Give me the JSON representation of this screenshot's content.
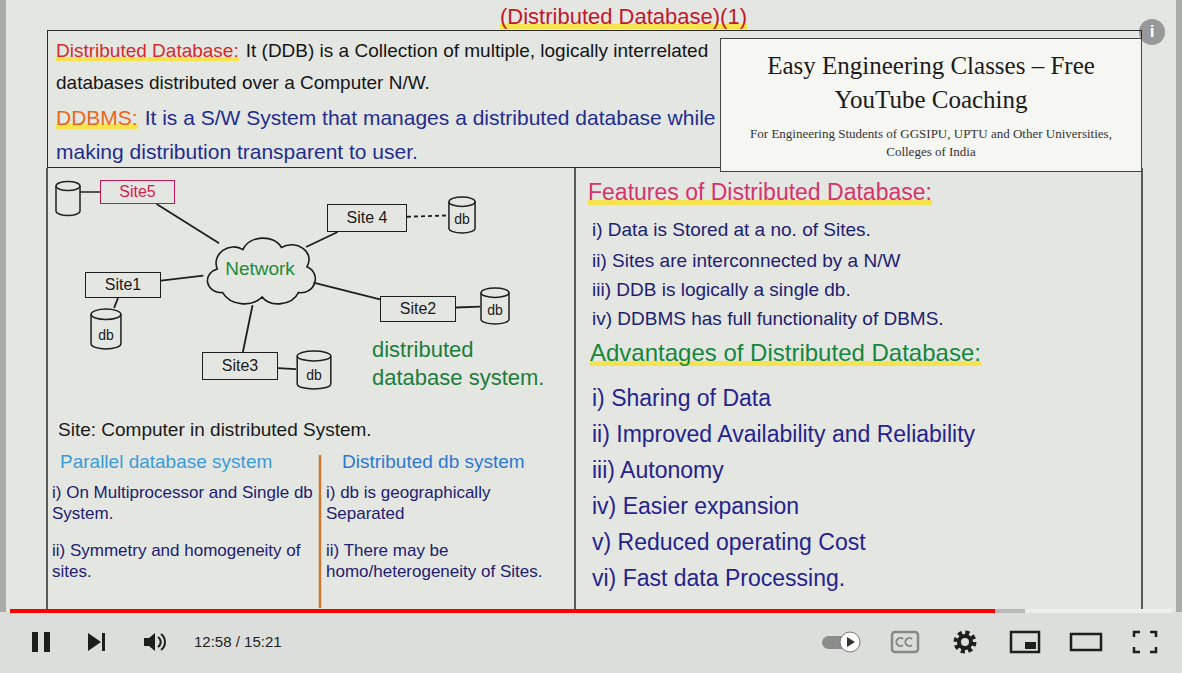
{
  "diagram": {
    "title": "(Distributed Database)(1)",
    "nodes": [
      {
        "text": [
          "Distributed Database:",
          "It (DDB) is a Collection of multiple, logically interrelated databases distributed over a Computer N/W.",
          "DDBMS:",
          "It is a S/W System that manages a distributed database while making distribution transparent to user."
        ]
      },
      {
        "text": [
          "Easy Engineering Classes – Free YouTube Coaching",
          "For Engineering Students of GGSIPU, UPTU and Other Universities, Colleges of India"
        ]
      },
      {
        "text": [
          "Site5"
        ]
      },
      {
        "text": [
          "Site 4"
        ]
      },
      {
        "text": [
          "db"
        ]
      },
      {
        "text": [
          "Network"
        ]
      },
      {
        "text": [
          "Site1"
        ]
      },
      {
        "text": [
          "Site2"
        ]
      },
      {
        "text": [
          "db"
        ]
      },
      {
        "text": [
          "db"
        ]
      },
      {
        "text": [
          "Site3"
        ]
      },
      {
        "text": [
          "db"
        ]
      }
    ],
    "edges": [
      {
        "from": 5,
        "to": 2,
        "arrow": "none"
      },
      {
        "from": 5,
        "to": 3,
        "arrow": "none"
      },
      {
        "from": 5,
        "to": 6,
        "arrow": "none"
      },
      {
        "from": 5,
        "to": 7,
        "arrow": "none"
      },
      {
        "from": 5,
        "to": 10,
        "arrow": "none"
      },
      {
        "from": 3,
        "to": 4,
        "arrow": "none"
      },
      {
        "from": 6,
        "to": 9,
        "arrow": "none"
      },
      {
        "from": 7,
        "to": 8,
        "arrow": "none"
      },
      {
        "from": 10,
        "to": 11,
        "arrow": "none"
      }
    ],
    "labels": [
      "distributed database system.",
      "Site: Computer in distributed System.",
      "Parallel database system",
      "Distributed db system",
      "i) On Multiprocessor and Single db System.",
      "i) db is geographically Separated",
      "ii) Symmetry and homogeneity of sites.",
      "ii) There may be homo/heterogeneity of Sites.",
      "Features of Distributed Database:",
      "i) Data is Stored at a no. of Sites.",
      "ii) Sites are interconnected by a N/W",
      "iii) DDB is logically a single db.",
      "iv) DDBMS has full functionality of DBMS.",
      "Advantages of Distributed Database:",
      "i) Sharing of Data",
      "ii) Improved Availability and Reliability",
      "iii) Autonomy",
      "iv) Easier expansion",
      "v) Reduced operating Cost",
      "vi) Fast data Processing.",
      "i",
      "12:58 / 15:21"
    ]
  }
}
